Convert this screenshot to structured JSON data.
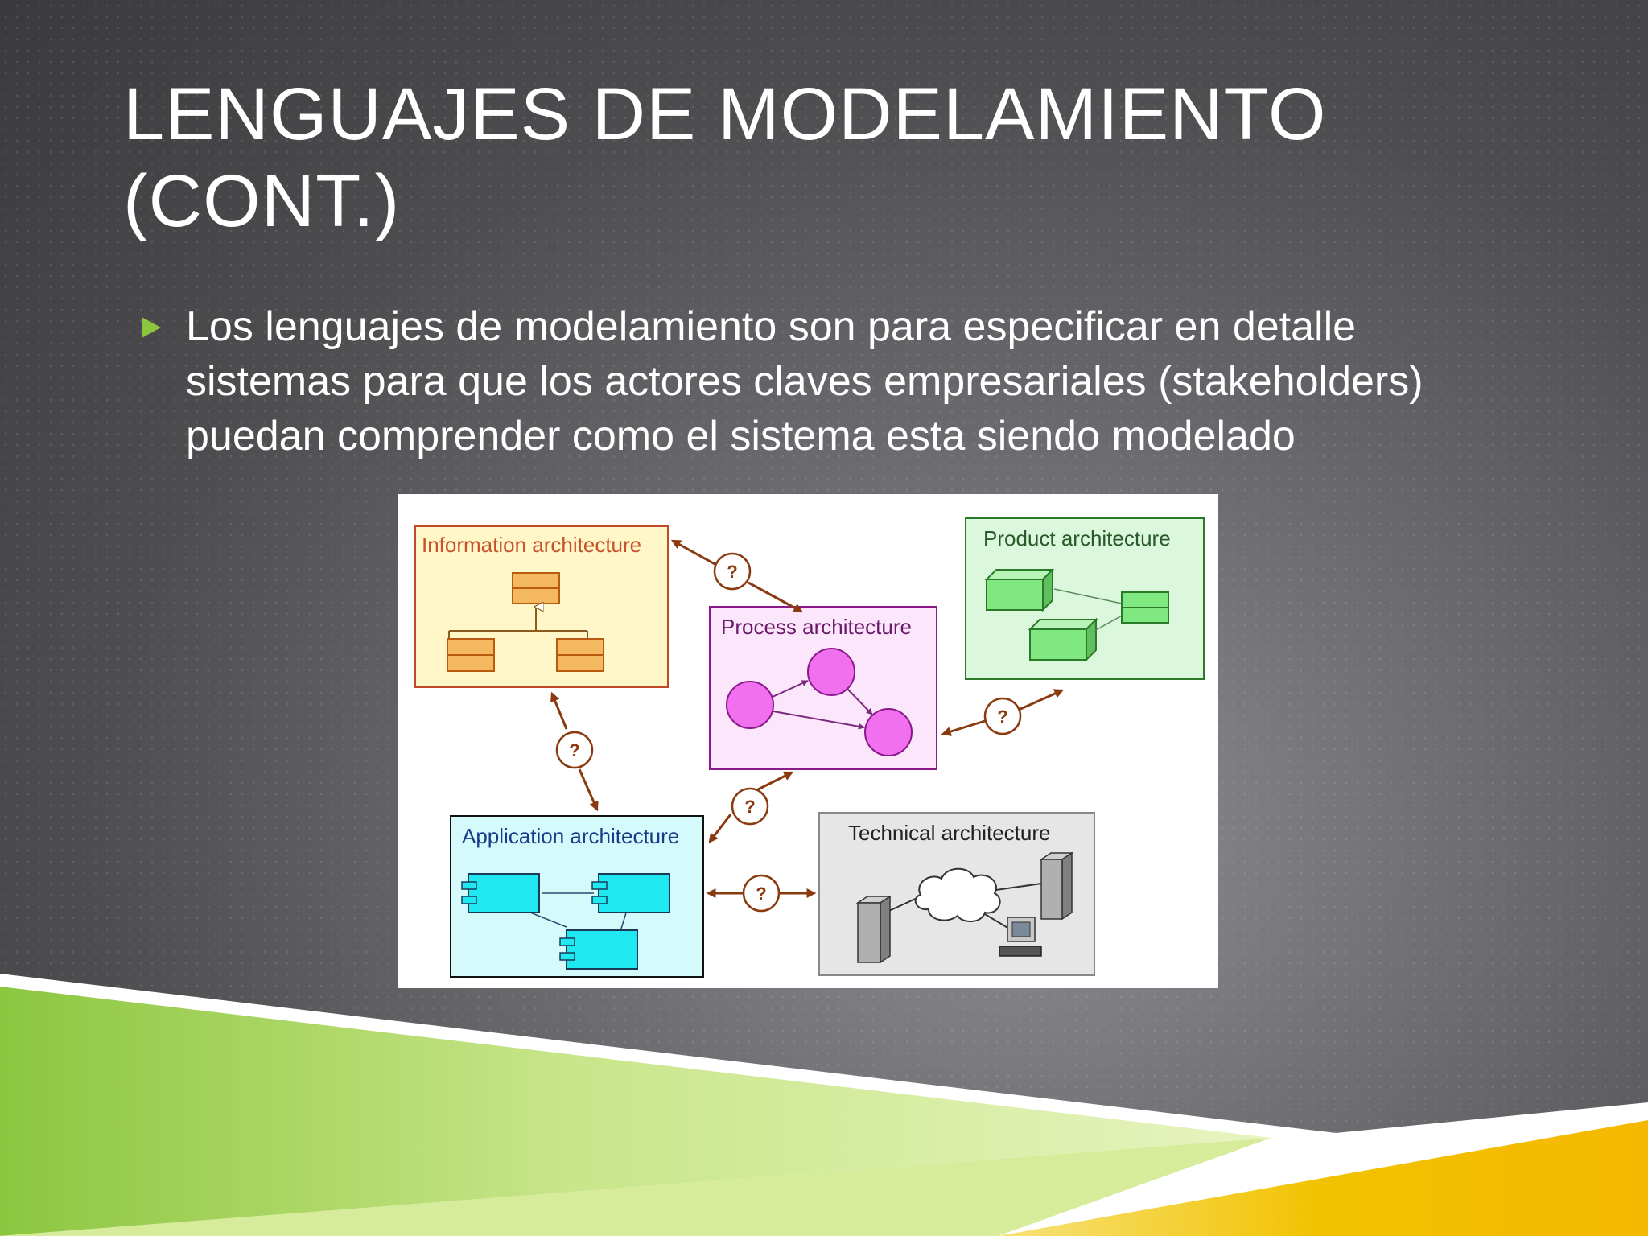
{
  "slide": {
    "title_line1": "LENGUAJES DE MODELAMIENTO",
    "title_line2": "(CONT.)",
    "bullet_text": "Los lenguajes de modelamiento son para  especificar en detalle sistemas para que los actores claves empresariales (stakeholders) puedan comprender como el sistema esta siendo modelado"
  },
  "diagram": {
    "boxes": {
      "information": "Information architecture",
      "process": "Process architecture",
      "product": "Product architecture",
      "application": "Application architecture",
      "technical": "Technical architecture"
    },
    "connector_label": "?"
  },
  "colors": {
    "accent_green": "#8cc63f",
    "accent_yellow": "#f2c200",
    "connector": "#8b3a10"
  }
}
